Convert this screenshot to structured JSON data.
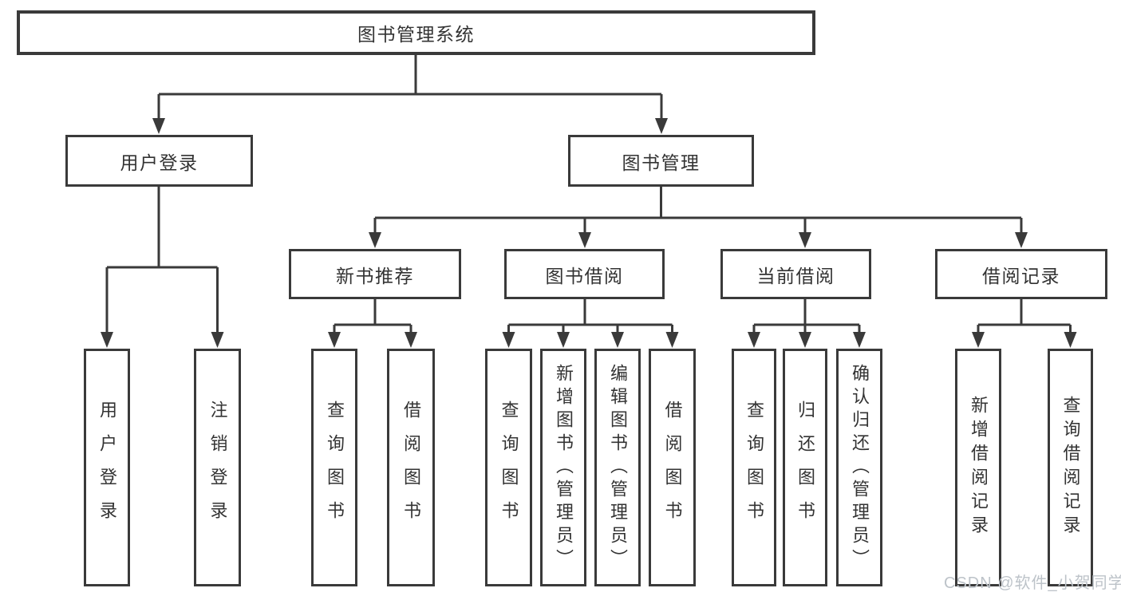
{
  "diagram": {
    "tree": {
      "label": "图书管理系统",
      "children": [
        {
          "label": "用户登录",
          "children": [
            {
              "label": "用户登录"
            },
            {
              "label": "注销登录"
            }
          ]
        },
        {
          "label": "图书管理",
          "children": [
            {
              "label": "新书推荐",
              "children": [
                {
                  "label": "查询图书"
                },
                {
                  "label": "借阅图书"
                }
              ]
            },
            {
              "label": "图书借阅",
              "children": [
                {
                  "label": "查询图书"
                },
                {
                  "label": "新增图书（管理员）"
                },
                {
                  "label": "编辑图书（管理员）"
                },
                {
                  "label": "借阅图书"
                }
              ]
            },
            {
              "label": "当前借阅",
              "children": [
                {
                  "label": "查询图书"
                },
                {
                  "label": "归还图书"
                },
                {
                  "label": "确认归还（管理员）"
                }
              ]
            },
            {
              "label": "借阅记录",
              "children": [
                {
                  "label": "新增借阅记录"
                },
                {
                  "label": "查询借阅记录"
                }
              ]
            }
          ]
        }
      ]
    }
  },
  "watermark": {
    "text": "CSDN @软件_小贺同学"
  },
  "colors": {
    "line": "#3a3a3a",
    "text": "#333333",
    "background": "#ffffff",
    "watermark": "#bdc3c9"
  }
}
